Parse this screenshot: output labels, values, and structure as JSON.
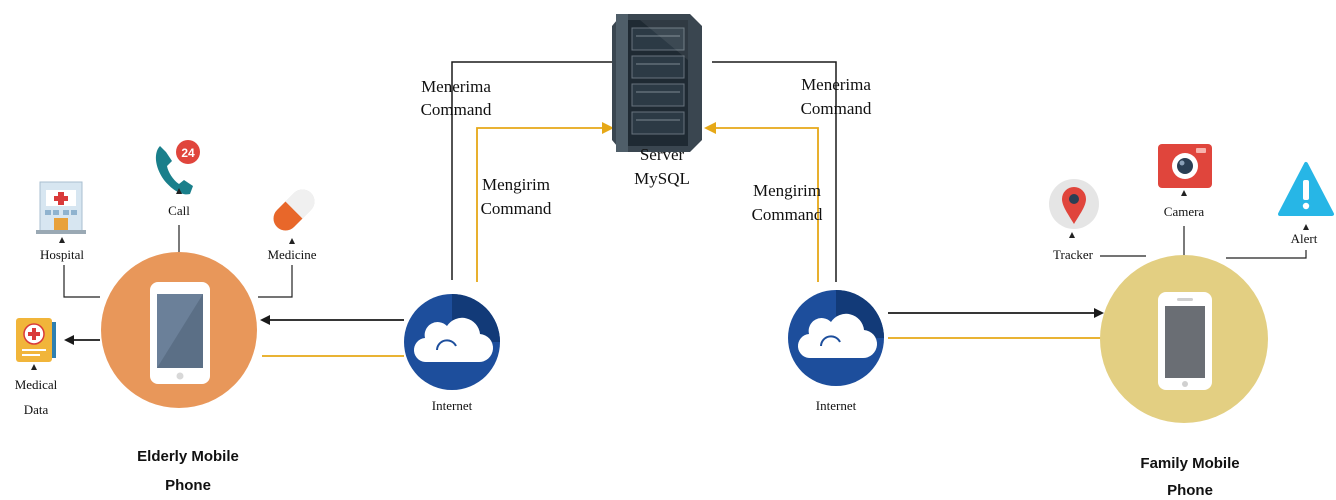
{
  "server": {
    "line1": "Server",
    "line2": "MySQL"
  },
  "left": {
    "receive": {
      "line1": "Menerima",
      "line2": "Command"
    },
    "send": {
      "line1": "Mengirim",
      "line2": "Command"
    },
    "internet": "Internet",
    "phone": {
      "line1": "Elderly Mobile",
      "line2": "Phone"
    },
    "features": {
      "hospital": "Hospital",
      "call": "Call",
      "call_badge": "24",
      "medicine": "Medicine",
      "medical_data": {
        "line1": "Medical",
        "line2": "Data"
      }
    }
  },
  "right": {
    "receive": {
      "line1": "Menerima",
      "line2": "Command"
    },
    "send": {
      "line1": "Mengirim",
      "line2": "Command"
    },
    "internet": "Internet",
    "phone": {
      "line1": "Family Mobile",
      "line2": "Phone"
    },
    "features": {
      "tracker": "Tracker",
      "camera": "Camera",
      "alert": "Alert"
    }
  },
  "colors": {
    "black_line": "#1a1a1a",
    "gold_line": "#e6a817",
    "elderly_circle": "#e8975a",
    "family_circle": "#e3cf82",
    "cloud_circle": "#1d4e9c",
    "cloud_circle_dark": "#123a78"
  }
}
